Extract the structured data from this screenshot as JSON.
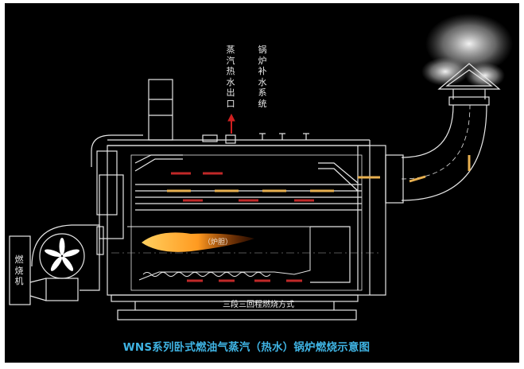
{
  "labels": {
    "steam_outlet": "蒸汽热水出口",
    "feedwater": "锅炉补水系统",
    "burner": "燃烧机",
    "furnace": "（炉胆）",
    "combustion_mode": "三段三回程燃烧方式"
  },
  "title": "WNS系列卧式燃油气蒸汽（热水）锅炉燃烧示意图",
  "colors": {
    "background": "#000000",
    "lines": "#e6e6e6",
    "title": "#3fb4e4",
    "hot_arrow": "#d02020",
    "warm_arrow": "#e8b050"
  }
}
